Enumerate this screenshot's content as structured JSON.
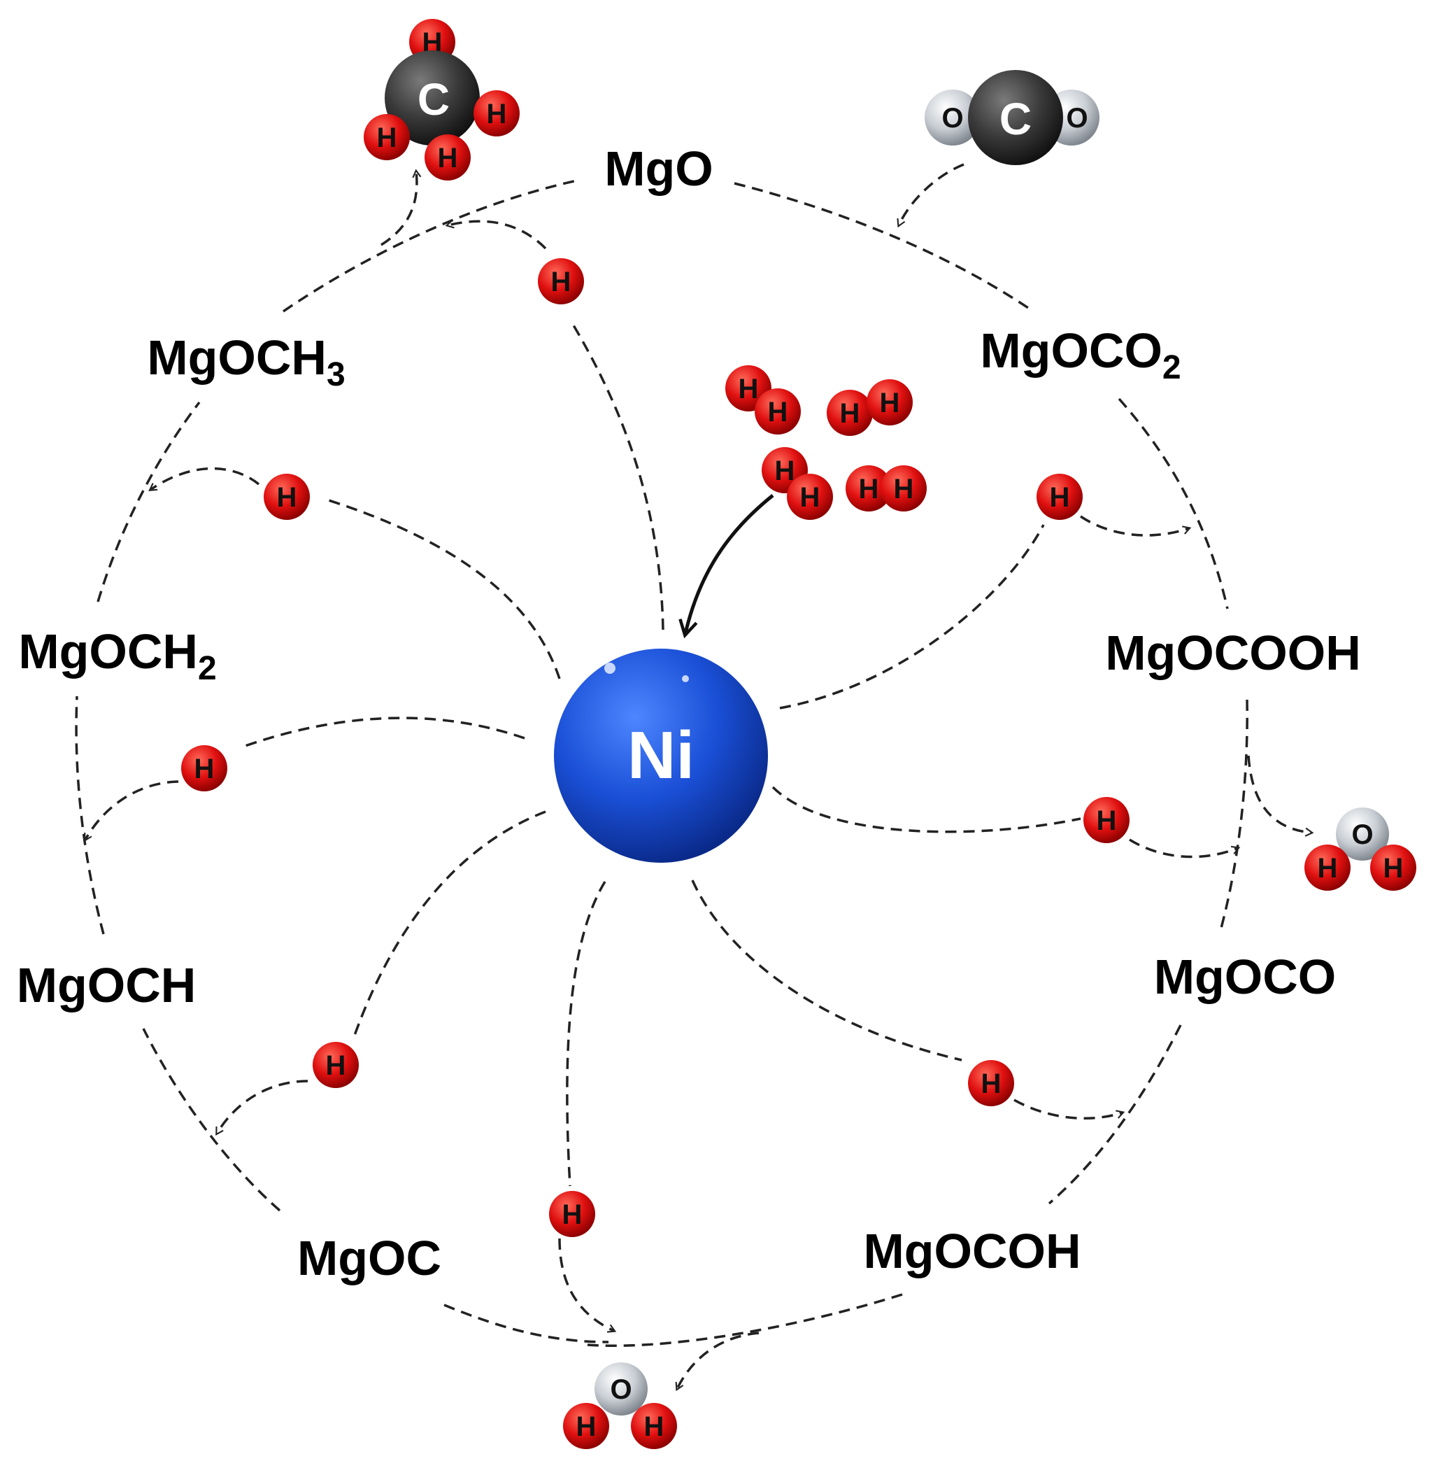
{
  "center": {
    "label": "Ni"
  },
  "cycle": {
    "species": [
      {
        "id": "mgo",
        "parts": [
          "MgO"
        ]
      },
      {
        "id": "mgoco2",
        "parts": [
          "MgOCO",
          "2"
        ]
      },
      {
        "id": "mgocooh",
        "parts": [
          "MgOCOOH"
        ]
      },
      {
        "id": "mgoco",
        "parts": [
          "MgOCO"
        ]
      },
      {
        "id": "mgocoh",
        "parts": [
          "MgOCOH"
        ]
      },
      {
        "id": "mgoc",
        "parts": [
          "MgOC"
        ]
      },
      {
        "id": "mgoch",
        "parts": [
          "MgOCH"
        ]
      },
      {
        "id": "mgoch2",
        "parts": [
          "MgOCH",
          "2"
        ]
      },
      {
        "id": "mgoch3",
        "parts": [
          "MgOCH",
          "3"
        ]
      }
    ]
  },
  "atoms": {
    "hydrogen": "H",
    "oxygen": "O",
    "carbon": "C"
  },
  "colors": {
    "nickel": "#1a4fd6",
    "hydrogen": "#e01010",
    "carbon": "#3a3a3a",
    "oxygen": "#c9ced4",
    "arrow": "#222222"
  }
}
